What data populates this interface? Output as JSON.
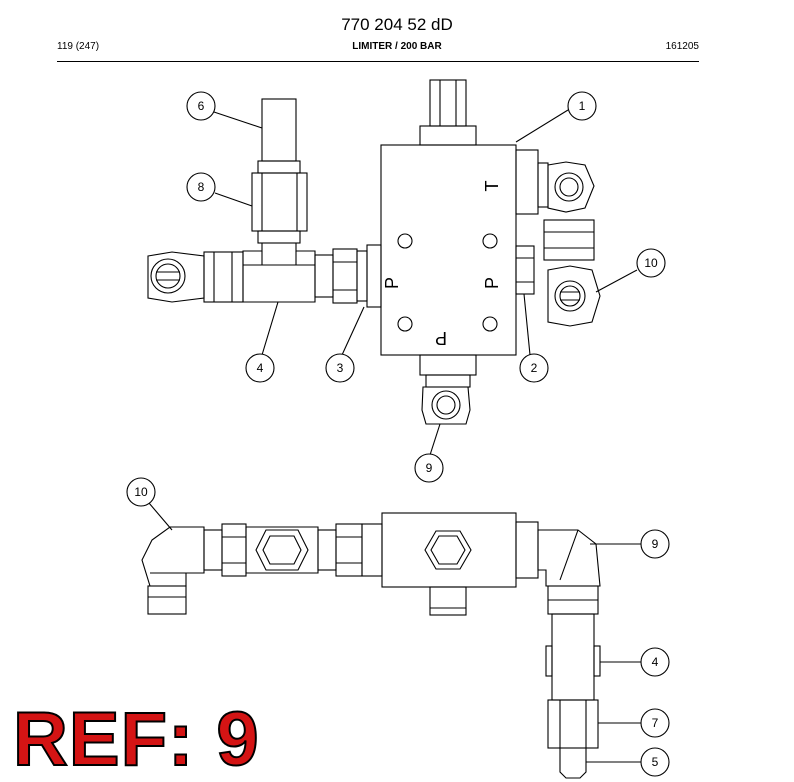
{
  "header": {
    "doc_number": "770 204 52 dD",
    "page_ref": "119 (247)",
    "title": "LIMITER / 200 BAR",
    "date_code": "161205"
  },
  "port_labels": {
    "tank": "T",
    "pressure": "P"
  },
  "callouts_top": [
    "6",
    "8",
    "1",
    "10",
    "4",
    "3",
    "2",
    "9"
  ],
  "callouts_bottom": [
    "10",
    "9",
    "4",
    "7",
    "5"
  ],
  "ref_label": "REF: 9"
}
